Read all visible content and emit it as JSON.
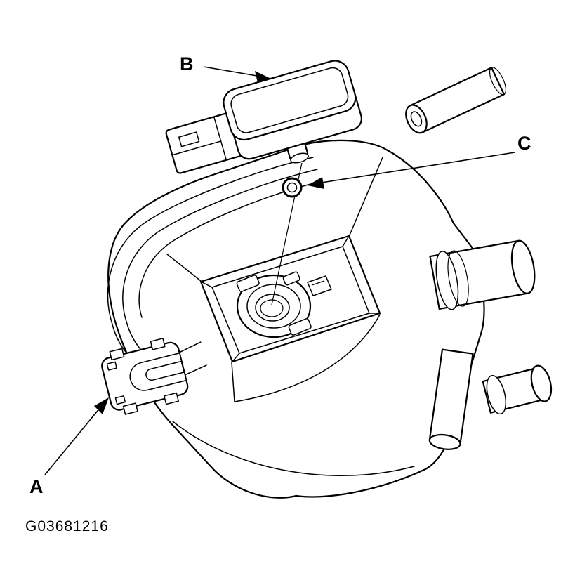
{
  "figure": {
    "id_label": "G03681216",
    "callouts": {
      "a": "A",
      "b": "B",
      "c": "C"
    }
  },
  "colors": {
    "line": "#000000",
    "background": "#ffffff"
  }
}
